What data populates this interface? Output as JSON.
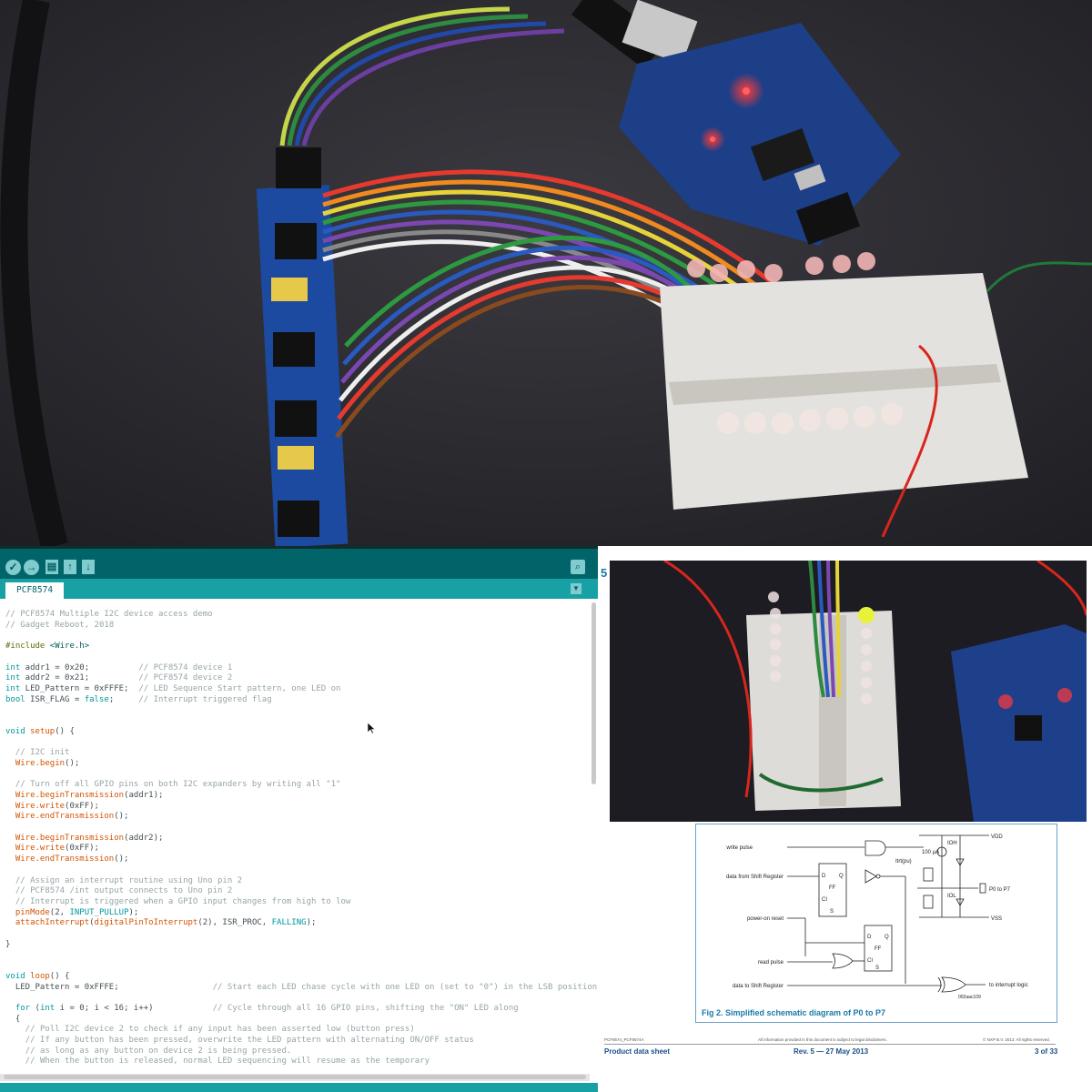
{
  "ide": {
    "toolbar": {
      "verify_icon": "check-icon",
      "upload_icon": "arrow-right-icon",
      "new_icon": "file-icon",
      "open_icon": "arrow-up-icon",
      "save_icon": "arrow-down-icon",
      "serial_icon": "magnifier-icon"
    },
    "tab_name": "PCF8574",
    "code": [
      "// PCF8574 Multiple I2C device access demo",
      "// Gadget Reboot, 2018",
      "",
      "#include <Wire.h>",
      "",
      "int addr1 = 0x20;          // PCF8574 device 1",
      "int addr2 = 0x21;          // PCF8574 device 2",
      "int LED_Pattern = 0xFFFE;  // LED Sequence Start pattern, one LED on",
      "bool ISR_FLAG = false;     // Interrupt triggered flag",
      "",
      "",
      "void setup() {",
      "",
      "  // I2C init",
      "  Wire.begin();",
      "",
      "  // Turn off all GPIO pins on both I2C expanders by writing all \"1\"",
      "  Wire.beginTransmission(addr1);",
      "  Wire.write(0xFF);",
      "  Wire.endTransmission();",
      "",
      "  Wire.beginTransmission(addr2);",
      "  Wire.write(0xFF);",
      "  Wire.endTransmission();",
      "",
      "  // Assign an interrupt routine using Uno pin 2",
      "  // PCF8574 /int output connects to Uno pin 2",
      "  // Interrupt is triggered when a GPIO input changes from high to low",
      "  pinMode(2, INPUT_PULLUP);",
      "  attachInterrupt(digitalPinToInterrupt(2), ISR_PROC, FALLING);",
      "",
      "}",
      "",
      "",
      "void loop() {",
      "  LED_Pattern = 0xFFFE;                   // Start each LED chase cycle with one LED on (set to \"0\") in the LSB position",
      "",
      "  for (int i = 0; i < 16; i++)            // Cycle through all 16 GPIO pins, shifting the \"ON\" LED along",
      "  {",
      "    // Poll I2C device 2 to check if any input has been asserted low (button press)",
      "    // If any button has been pressed, overwrite the LED pattern with alternating ON/OFF status",
      "    // as long as any button on device 2 is being pressed.",
      "    // When the button is released, normal LED sequencing will resume as the temporary"
    ]
  },
  "datasheet": {
    "section_number": "5",
    "schematic_labels": {
      "write_pulse": "write pulse",
      "data_from_shift": "data from Shift Register",
      "power_on_reset": "power-on reset",
      "read_pulse": "read pulse",
      "data_to_shift": "data to Shift Register",
      "vdd": "VDD",
      "vss": "VSS",
      "p0_p7": "P0 to P7",
      "to_interrupt": "to interrupt logic",
      "ioh": "IOH",
      "iol": "IOL",
      "itrt": "Itrt(pu)",
      "current_100": "100 µA",
      "ff1": "FF",
      "ff2": "FF",
      "d1": "D",
      "q1": "Q",
      "ci1": "CI",
      "s1": "S",
      "d2": "D",
      "q2": "Q",
      "ci2": "CI",
      "s2": "S",
      "code": "002aac109"
    },
    "figure_caption": "Fig 2.    Simplified schematic diagram of P0 to P7",
    "footer": {
      "doc_id": "PCF8574_PCF8574A",
      "disclaimer": "All information provided in this document is subject to legal disclaimers.",
      "copyright": "© NXP B.V. 2013. All rights reserved.",
      "doc_type": "Product data sheet",
      "revision": "Rev. 5 — 27 May 2013",
      "page": "3 of 33"
    }
  },
  "colors": {
    "ide_teal_dark": "#006468",
    "ide_teal": "#17a1a5",
    "comment": "#95a5a6",
    "keyword": "#00979c",
    "function": "#d35400"
  }
}
